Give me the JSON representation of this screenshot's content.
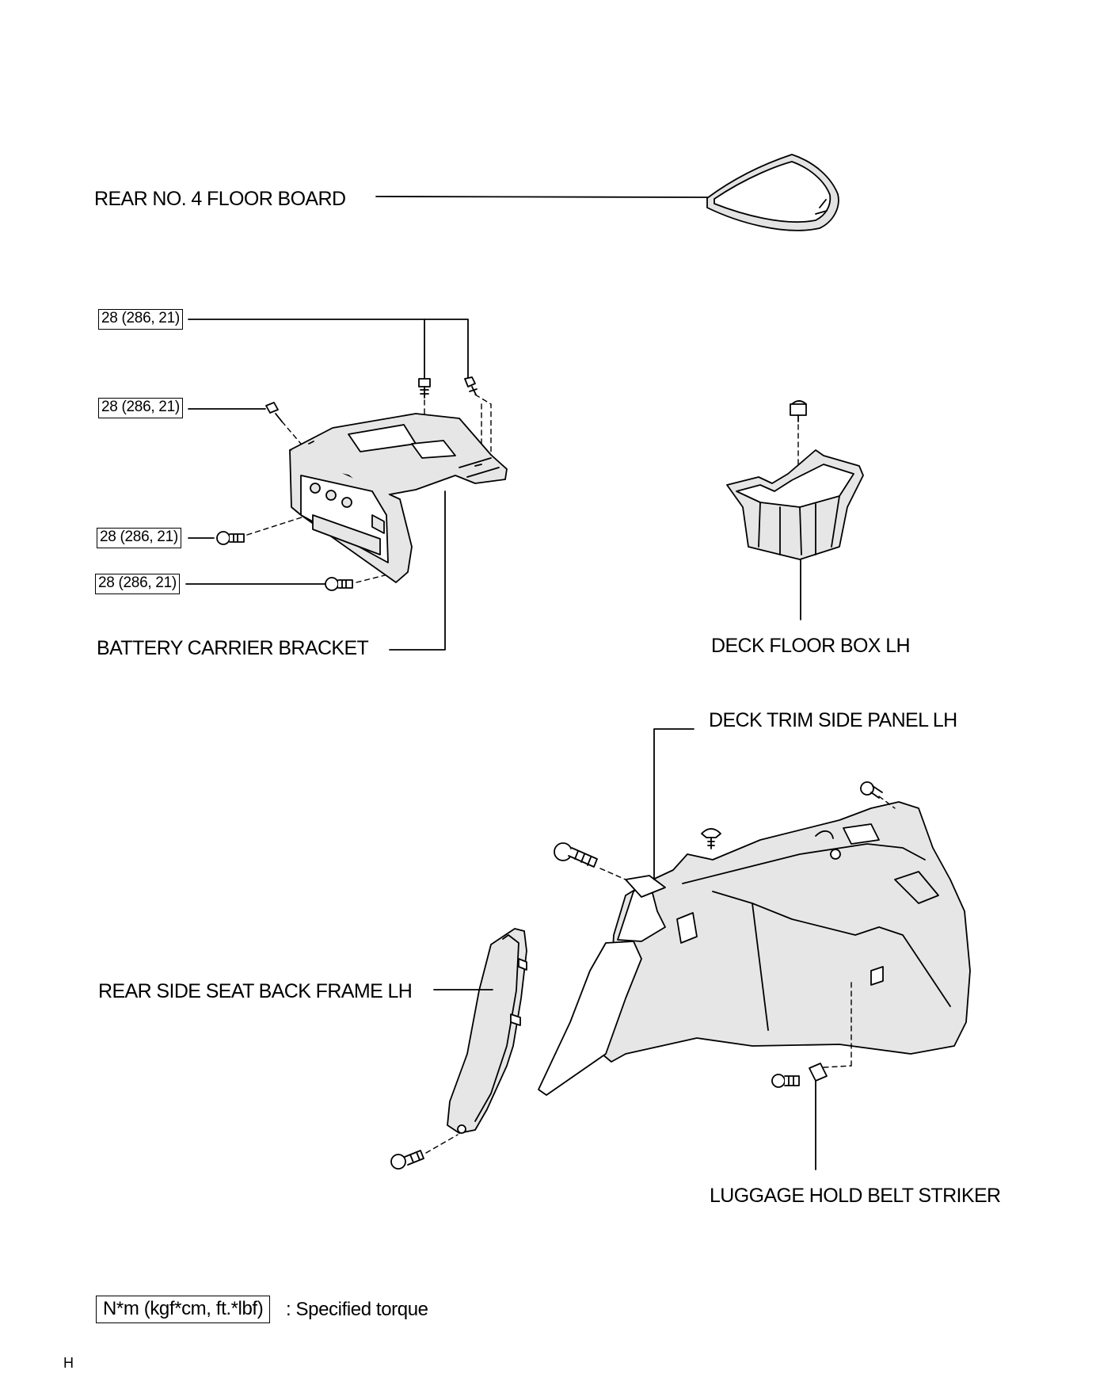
{
  "labels": {
    "floor_board": "REAR NO. 4 FLOOR BOARD",
    "battery_bracket": "BATTERY CARRIER BRACKET",
    "deck_floor_box": "DECK FLOOR BOX LH",
    "deck_trim_panel": "DECK TRIM SIDE PANEL LH",
    "seat_back_frame": "REAR SIDE SEAT BACK FRAME LH",
    "belt_striker": "LUGGAGE HOLD BELT STRIKER"
  },
  "torque": {
    "top": "28 (286, 21)",
    "upper_left": "28 (286, 21)",
    "middle": "28 (286, 21)",
    "lower": "28 (286, 21)"
  },
  "legend": {
    "box": "N*m (kgf*cm, ft.*lbf)",
    "text": ": Specified torque"
  },
  "corner_mark": "H"
}
